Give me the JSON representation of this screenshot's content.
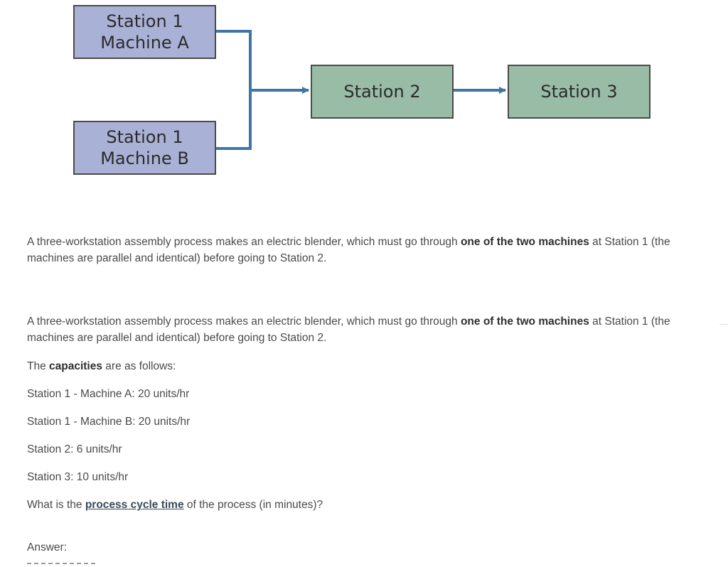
{
  "diagram": {
    "station1a": {
      "line1": "Station 1",
      "line2": "Machine A"
    },
    "station1b": {
      "line1": "Station 1",
      "line2": "Machine B"
    },
    "station2": {
      "label": "Station 2"
    },
    "station3": {
      "label": "Station 3"
    },
    "colors": {
      "station1_fill": "#a9b2d6",
      "station_fill_green": "#98bca6",
      "connector": "#3f76a6",
      "border": "#4a4a4a"
    }
  },
  "intro": {
    "part1": "A three-workstation assembly process makes an electric blender, which must go through ",
    "bold": "one of the two machines",
    "part2": " at Station 1 (the machines are parallel and identical) before going to Station 2."
  },
  "question": {
    "intro_part1": "A three-workstation assembly process makes an electric blender, which must go through ",
    "intro_bold": "one of the two machines",
    "intro_part2": " at Station 1 (the machines are parallel and identical) before going to Station 2.",
    "capacities_pre": "The ",
    "capacities_bold": "capacities",
    "capacities_post": " are as follows:",
    "capacity_lines": [
      "Station 1 - Machine A: 20 units/hr",
      "Station 1 - Machine B: 20 units/hr",
      "Station 2: 6 units/hr",
      "Station 3: 10 units/hr"
    ],
    "ask_pre": "What is the ",
    "ask_link": "process cycle time",
    "ask_post": " of the process (in minutes)?",
    "answer_label": "Answer:"
  }
}
